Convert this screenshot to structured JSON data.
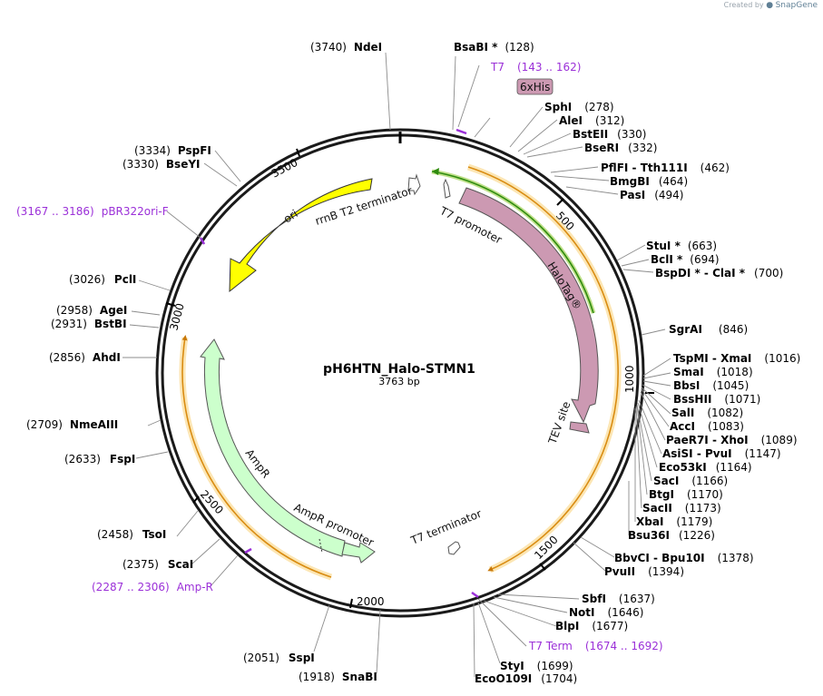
{
  "credit": {
    "prefix": "Created by",
    "brand": "SnapGene"
  },
  "plasmid": {
    "name": "pH6HTN_Halo-STMN1",
    "length_label": "3763 bp"
  },
  "ticks": [
    "500",
    "1000",
    "1500",
    "2000",
    "2500",
    "3000",
    "3500"
  ],
  "features": [
    {
      "id": "ori",
      "label": "ori",
      "color": "#ffff00"
    },
    {
      "id": "rrnb",
      "label": "rrnB T2 terminator",
      "color": "#ffffff"
    },
    {
      "id": "t7promoter",
      "label": "T7 promoter",
      "color": "#ffffff"
    },
    {
      "id": "halotag",
      "label": "HaloTag®",
      "color": "#cc99b2"
    },
    {
      "id": "tev",
      "label": "TEV site",
      "color": "#cc99b2"
    },
    {
      "id": "t7term",
      "label": "T7 terminator",
      "color": "#ffffff"
    },
    {
      "id": "ampr",
      "label": "AmpR",
      "color": "#ccffcc"
    },
    {
      "id": "amprpromoter",
      "label": "AmpR promoter",
      "color": "#ccffcc"
    },
    {
      "id": "his",
      "label": "6xHis",
      "color": "#cc99b2"
    }
  ],
  "primers": [
    {
      "id": "p-t7",
      "name": "T7",
      "range": "(143 .. 162)"
    },
    {
      "id": "p-pbr",
      "name": "pBR322ori-F",
      "range": "(3167 .. 3186)"
    },
    {
      "id": "p-ampr",
      "name": "Amp-R",
      "range": "(2287 .. 2306)"
    },
    {
      "id": "p-t7term",
      "name": "T7 Term",
      "range": "(1674 .. 1692)"
    }
  ],
  "sites": [
    {
      "id": "ndei",
      "name": "NdeI",
      "pos": "(3740)"
    },
    {
      "id": "bsabi",
      "name": "BsaBI *",
      "pos": "(128)"
    },
    {
      "id": "sphi",
      "name": "SphI",
      "pos": "(278)"
    },
    {
      "id": "alei",
      "name": "AleI",
      "pos": "(312)"
    },
    {
      "id": "bsteii",
      "name": "BstEII",
      "pos": "(330)"
    },
    {
      "id": "bseri",
      "name": "BseRI",
      "pos": "(332)"
    },
    {
      "id": "pflfi",
      "name": "PflFI - Tth111I",
      "pos": "(462)"
    },
    {
      "id": "bmgbi",
      "name": "BmgBI",
      "pos": "(464)"
    },
    {
      "id": "pasi",
      "name": "PasI",
      "pos": "(494)"
    },
    {
      "id": "stui",
      "name": "StuI *",
      "pos": "(663)"
    },
    {
      "id": "bcli",
      "name": "BclI *",
      "pos": "(694)"
    },
    {
      "id": "bspdi",
      "name": "BspDI * - ClaI *",
      "pos": "(700)"
    },
    {
      "id": "sgrai",
      "name": "SgrAI",
      "pos": "(846)"
    },
    {
      "id": "tspmi",
      "name": "TspMI - XmaI",
      "pos": "(1016)"
    },
    {
      "id": "smai",
      "name": "SmaI",
      "pos": "(1018)"
    },
    {
      "id": "bbsi",
      "name": "BbsI",
      "pos": "(1045)"
    },
    {
      "id": "bsshii",
      "name": "BssHII",
      "pos": "(1071)"
    },
    {
      "id": "sali",
      "name": "SalI",
      "pos": "(1082)"
    },
    {
      "id": "acci",
      "name": "AccI",
      "pos": "(1083)"
    },
    {
      "id": "paer7i",
      "name": "PaeR7I - XhoI",
      "pos": "(1089)"
    },
    {
      "id": "asisi",
      "name": "AsiSI - PvuI",
      "pos": "(1147)"
    },
    {
      "id": "eco53ki",
      "name": "Eco53kI",
      "pos": "(1164)"
    },
    {
      "id": "saci",
      "name": "SacI",
      "pos": "(1166)"
    },
    {
      "id": "btgi",
      "name": "BtgI",
      "pos": "(1170)"
    },
    {
      "id": "sacii",
      "name": "SacII",
      "pos": "(1173)"
    },
    {
      "id": "xbai",
      "name": "XbaI",
      "pos": "(1179)"
    },
    {
      "id": "bsu36i",
      "name": "Bsu36I",
      "pos": "(1226)"
    },
    {
      "id": "bbvci",
      "name": "BbvCI - Bpu10I",
      "pos": "(1378)"
    },
    {
      "id": "pvuii",
      "name": "PvuII",
      "pos": "(1394)"
    },
    {
      "id": "sbfi",
      "name": "SbfI",
      "pos": "(1637)"
    },
    {
      "id": "noti",
      "name": "NotI",
      "pos": "(1646)"
    },
    {
      "id": "blpi",
      "name": "BlpI",
      "pos": "(1677)"
    },
    {
      "id": "styi",
      "name": "StyI",
      "pos": "(1699)"
    },
    {
      "id": "eco0109i",
      "name": "EcoO109I",
      "pos": "(1704)"
    },
    {
      "id": "snabi",
      "name": "SnaBI",
      "pos": "(1918)"
    },
    {
      "id": "sspi",
      "name": "SspI",
      "pos": "(2051)"
    },
    {
      "id": "scai",
      "name": "ScaI",
      "pos": "(2375)"
    },
    {
      "id": "tsoi",
      "name": "TsoI",
      "pos": "(2458)"
    },
    {
      "id": "fspi",
      "name": "FspI",
      "pos": "(2633)"
    },
    {
      "id": "nmeaiii",
      "name": "NmeAIII",
      "pos": "(2709)"
    },
    {
      "id": "ahdi",
      "name": "AhdI",
      "pos": "(2856)"
    },
    {
      "id": "bstbi",
      "name": "BstBI",
      "pos": "(2931)"
    },
    {
      "id": "agei",
      "name": "AgeI",
      "pos": "(2958)"
    },
    {
      "id": "pcli",
      "name": "PclI",
      "pos": "(3026)"
    },
    {
      "id": "bseyi",
      "name": "BseYI",
      "pos": "(3330)"
    },
    {
      "id": "pspfi",
      "name": "PspFI",
      "pos": "(3334)"
    }
  ]
}
